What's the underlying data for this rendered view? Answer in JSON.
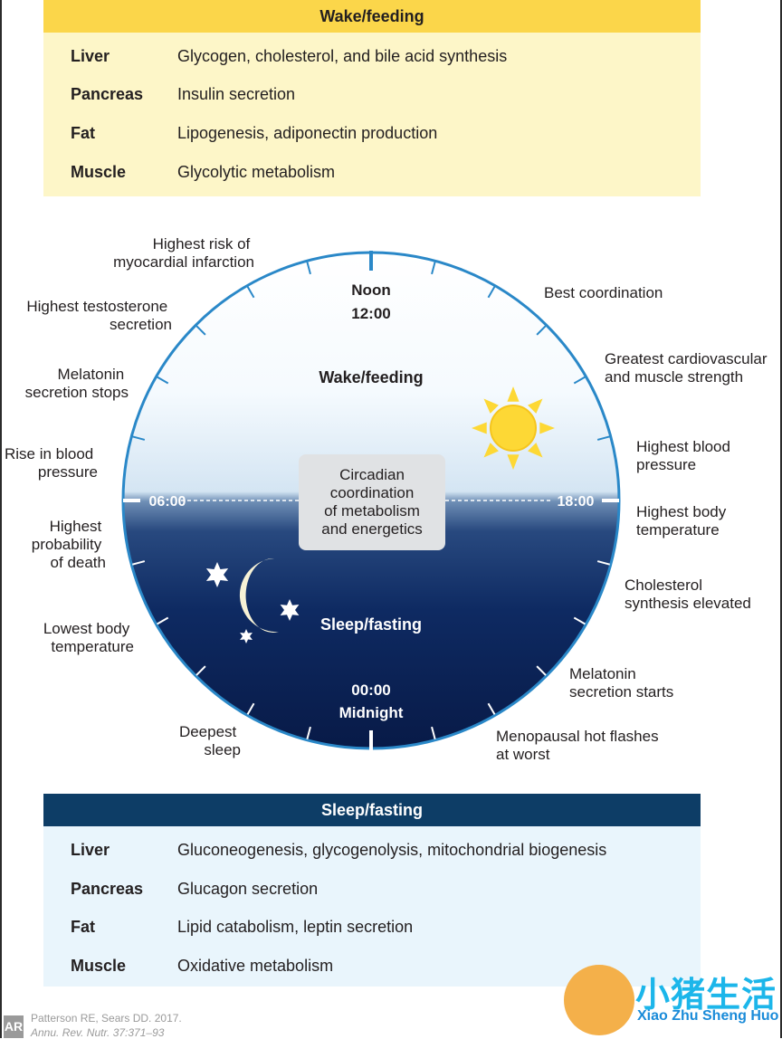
{
  "wake_table": {
    "header": "Wake/feeding",
    "rows": [
      {
        "organ": "Liver",
        "function": "Glycogen, cholesterol, and bile acid synthesis"
      },
      {
        "organ": "Pancreas",
        "function": "Insulin secretion"
      },
      {
        "organ": "Fat",
        "function": "Lipogenesis, adiponectin production"
      },
      {
        "organ": "Muscle",
        "function": "Glycolytic metabolism"
      }
    ]
  },
  "clock": {
    "noon_word": "Noon",
    "noon_time": "12:00",
    "midnight_time": "00:00",
    "midnight_word": "Midnight",
    "time_left": "06:00",
    "time_right": "18:00",
    "wake_label": "Wake/feeding",
    "sleep_label": "Sleep/fasting",
    "center": [
      "Circadian",
      "coordination",
      "of metabolism",
      "and energetics"
    ]
  },
  "events": {
    "myocardial": [
      "Highest risk of",
      "myocardial infarction"
    ],
    "testosterone": [
      "Highest testosterone",
      "secretion"
    ],
    "melatonin_stops": [
      "Melatonin",
      "secretion stops"
    ],
    "bp_rise": [
      "Rise in blood",
      "pressure"
    ],
    "death": [
      "Highest",
      "probability",
      "of death"
    ],
    "low_temp": [
      "Lowest body",
      "temperature"
    ],
    "deep_sleep": [
      "Deepest",
      "sleep"
    ],
    "coordination": [
      "Best coordination"
    ],
    "cardio": [
      "Greatest cardiovascular",
      "and muscle strength"
    ],
    "high_bp": [
      "Highest blood",
      "pressure"
    ],
    "high_temp": [
      "Highest body",
      "temperature"
    ],
    "cholesterol": [
      "Cholesterol",
      "synthesis elevated"
    ],
    "melatonin_starts": [
      "Melatonin",
      "secretion starts"
    ],
    "menopausal": [
      "Menopausal hot flashes",
      "at worst"
    ]
  },
  "sleep_table": {
    "header": "Sleep/fasting",
    "rows": [
      {
        "organ": "Liver",
        "function": "Gluconeogenesis, glycogenolysis, mitochondrial biogenesis"
      },
      {
        "organ": "Pancreas",
        "function": "Glucagon secretion"
      },
      {
        "organ": "Fat",
        "function": "Lipid catabolism, leptin secretion"
      },
      {
        "organ": "Muscle",
        "function": "Oxidative metabolism"
      }
    ]
  },
  "credit": {
    "line1": "Patterson RE, Sears DD. 2017.",
    "line2": "Annu. Rev. Nutr. 37:371–93",
    "logo": "AR"
  },
  "watermark": {
    "title": "小猪生活",
    "subtitle": "Xiao Zhu Sheng Huo"
  },
  "colors": {
    "wake_header": "#fbd64a",
    "wake_body": "#fdf6c8",
    "sleep_header": "#0d3d66",
    "sleep_body": "#e9f5fc",
    "clock_rim": "#2a88c8",
    "night": "#0a1f4e",
    "sun": "#fdd835"
  }
}
